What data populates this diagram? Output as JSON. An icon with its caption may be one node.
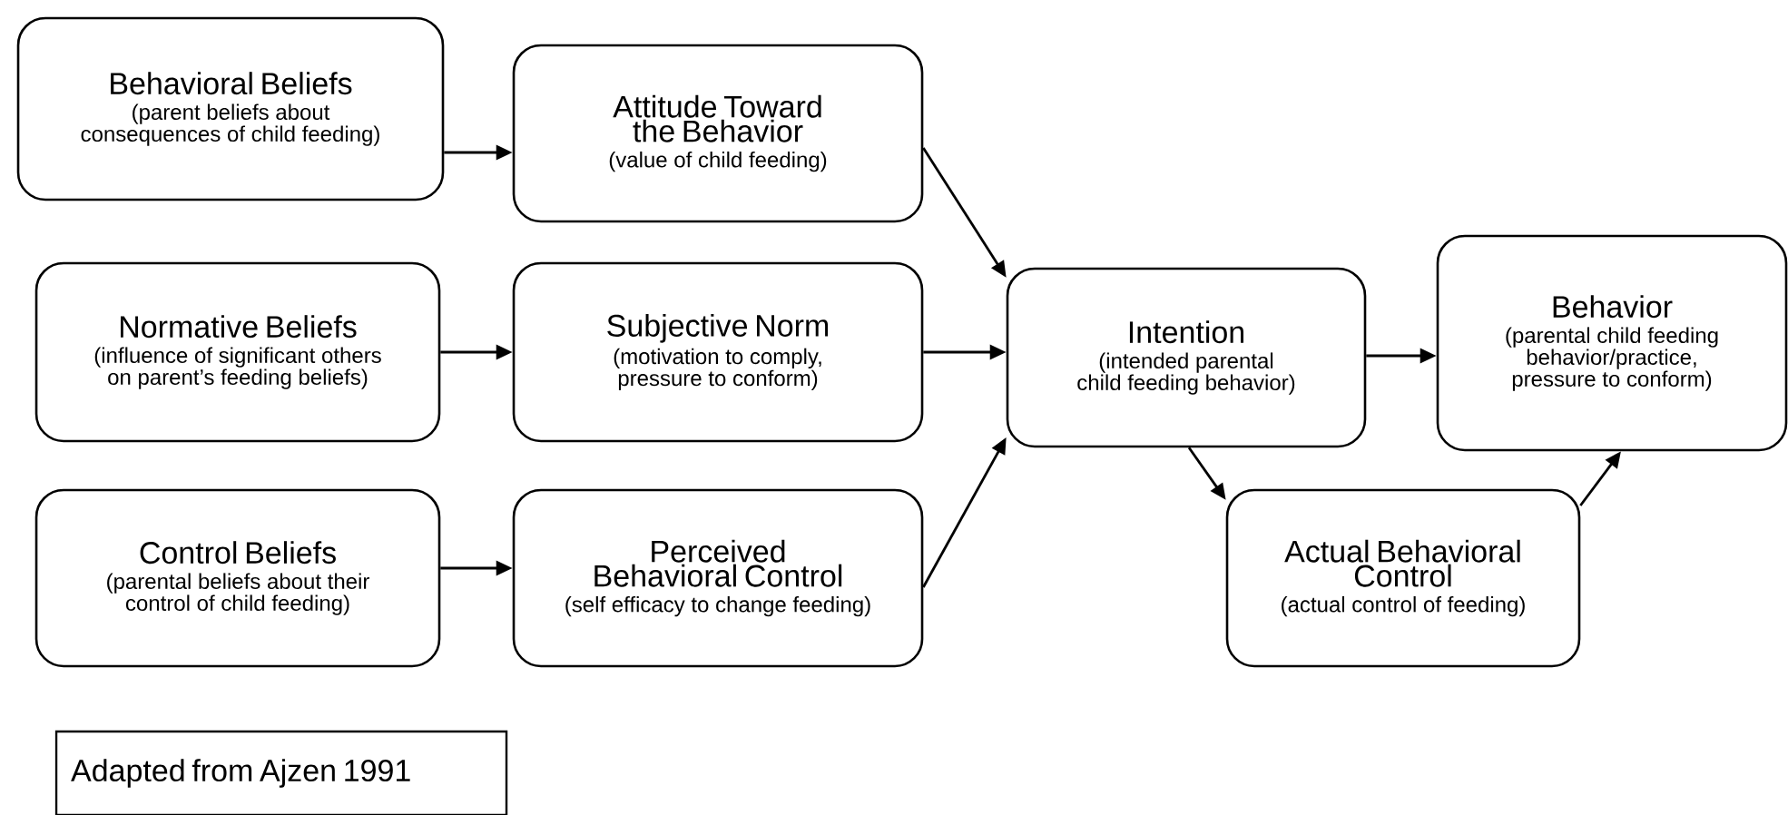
{
  "diagram": {
    "nodes": [
      {
        "text": [
          "Behavioral Beliefs",
          "(parent beliefs about consequences of child feeding)"
        ]
      },
      {
        "text": [
          "Attitude Toward the Behavior",
          "(value of child feeding)"
        ]
      },
      {
        "text": [
          "Normative Beliefs",
          "(influence of significant others on parent’s feeding beliefs)"
        ]
      },
      {
        "text": [
          "Subjective Norm",
          "(motivation to comply, pressure to conform)"
        ]
      },
      {
        "text": [
          "Control Beliefs",
          "(parental beliefs about their control of child feeding)"
        ]
      },
      {
        "text": [
          "Perceived Behavioral Control",
          "(self efficacy to change feeding)"
        ]
      },
      {
        "text": [
          "Intention",
          "(intended parental child feeding behavior)"
        ]
      },
      {
        "text": [
          "Behavior",
          "(parental child feeding behavior/practice, pressure to conform)"
        ]
      },
      {
        "text": [
          "Actual Behavioral Control",
          "(actual control of feeding)"
        ]
      },
      {
        "text": [
          "Adapted from Ajzen 1991"
        ]
      }
    ],
    "edges": [
      {
        "from": 0,
        "to": 1,
        "arrow": "to"
      },
      {
        "from": 2,
        "to": 3,
        "arrow": "to"
      },
      {
        "from": 4,
        "to": 5,
        "arrow": "to"
      },
      {
        "from": 1,
        "to": 6,
        "arrow": "to"
      },
      {
        "from": 3,
        "to": 6,
        "arrow": "to"
      },
      {
        "from": 5,
        "to": 6,
        "arrow": "to"
      },
      {
        "from": 6,
        "to": 7,
        "arrow": "to"
      },
      {
        "from": 6,
        "to": 8,
        "arrow": "to"
      },
      {
        "from": 8,
        "to": 7,
        "arrow": "to"
      }
    ]
  }
}
